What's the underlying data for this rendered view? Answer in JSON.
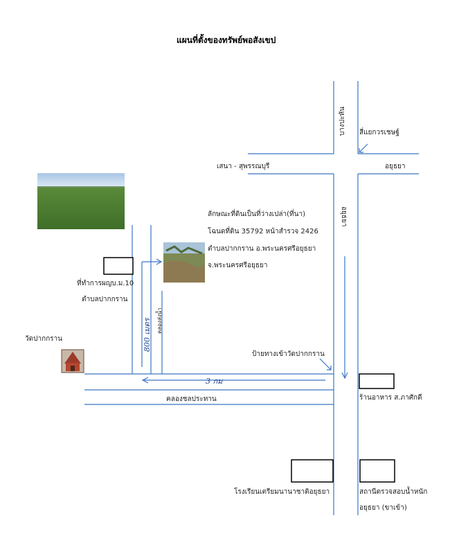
{
  "title": "แผนที่ตั้งของทรัพย์พอสังเขป",
  "roads": {
    "bang_pahan": "บางปะหัน",
    "sena_suphanburi": "เสนา - สุพรรณบุรี",
    "ayutthaya": "อยุธยา",
    "ayutthaya_road": "อยุธยา",
    "khlong_cholprathan": "คลองชลประทาน",
    "khlong_songnam": "คลองส่งน้ำ"
  },
  "places": {
    "intersection": "สี่แยกวรเชษฐ์",
    "subdistrict_office": "ที่ทำการผญบ.ม.10",
    "subdistrict_name": "ตำบลปากกราน",
    "wat": "วัดปากกราน",
    "wat_sign": "ป้ายทางเข้าวัดปากกราน",
    "restaurant": "ร้านอาหาร ส.ภาศักดี",
    "school": "โรงเรียนเตรียมนานาชาติอยุธยา",
    "weigh_station_1": "สถานีตรวจสอบน้ำหนัก",
    "weigh_station_2": "อยุธยา (ขาเข้า)"
  },
  "property": {
    "line1": "ลักษณะที่ดินเป็นที่ว่างเปล่า(ที่นา)",
    "line2": "โฉนดที่ดิน 35792 หน้าสำรวจ 2426",
    "line3": "ตำบลปากกราน อ.พระนครศรีอยุธยา",
    "line4": "จ.พระนครศรีอยุธยา"
  },
  "handwritten": {
    "distance_800m": "800 เมตร",
    "distance_3km": "3 กม"
  },
  "colors": {
    "road": "#3a74c4",
    "box": "#000000",
    "arrow": "#3a74c4"
  }
}
